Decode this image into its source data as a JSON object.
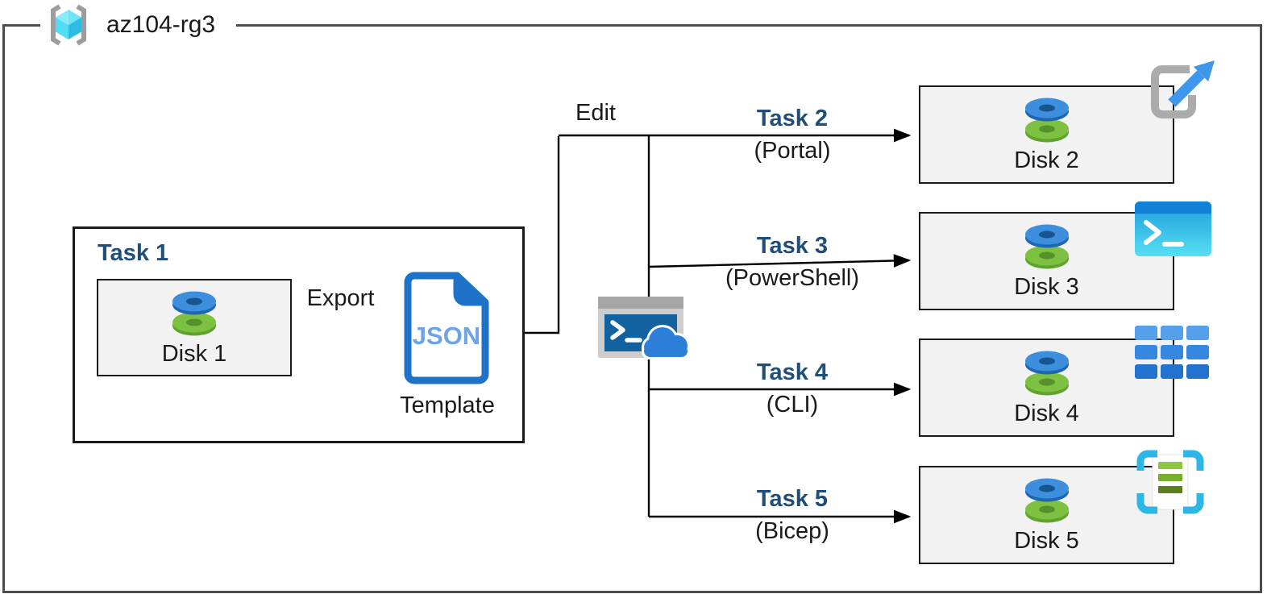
{
  "diagram": {
    "resource_group": "az104-rg3",
    "edit_label": "Edit",
    "task1": {
      "title": "Task 1",
      "disk_label": "Disk 1",
      "export_label": "Export",
      "template_doc_text": "JSON",
      "template_caption": "Template"
    },
    "branches": [
      {
        "task": "Task 2",
        "method": "(Portal)",
        "disk_label": "Disk 2",
        "tool_icon": "portal-launch-icon"
      },
      {
        "task": "Task 3",
        "method": "(PowerShell)",
        "disk_label": "Disk 3",
        "tool_icon": "powershell-icon"
      },
      {
        "task": "Task 4",
        "method": "(CLI)",
        "disk_label": "Disk 4",
        "tool_icon": "azure-cli-icon"
      },
      {
        "task": "Task 5",
        "method": "(Bicep)",
        "disk_label": "Disk 5",
        "tool_icon": "bicep-template-icon"
      }
    ],
    "colors": {
      "task_label_blue": "#1F4E79",
      "box_fill_gray": "#F2F2F2",
      "outer_border_gray": "#4D4D4D",
      "connector_black": "#000000",
      "disk_blue": "#3E8EDE",
      "disk_green": "#7CC142",
      "json_doc_blue": "#1E73C9",
      "json_text_blue": "#6FA3E8",
      "cloud_blue": "#2E7FD9",
      "rg_cube_cyan": "#53DCF5"
    }
  }
}
